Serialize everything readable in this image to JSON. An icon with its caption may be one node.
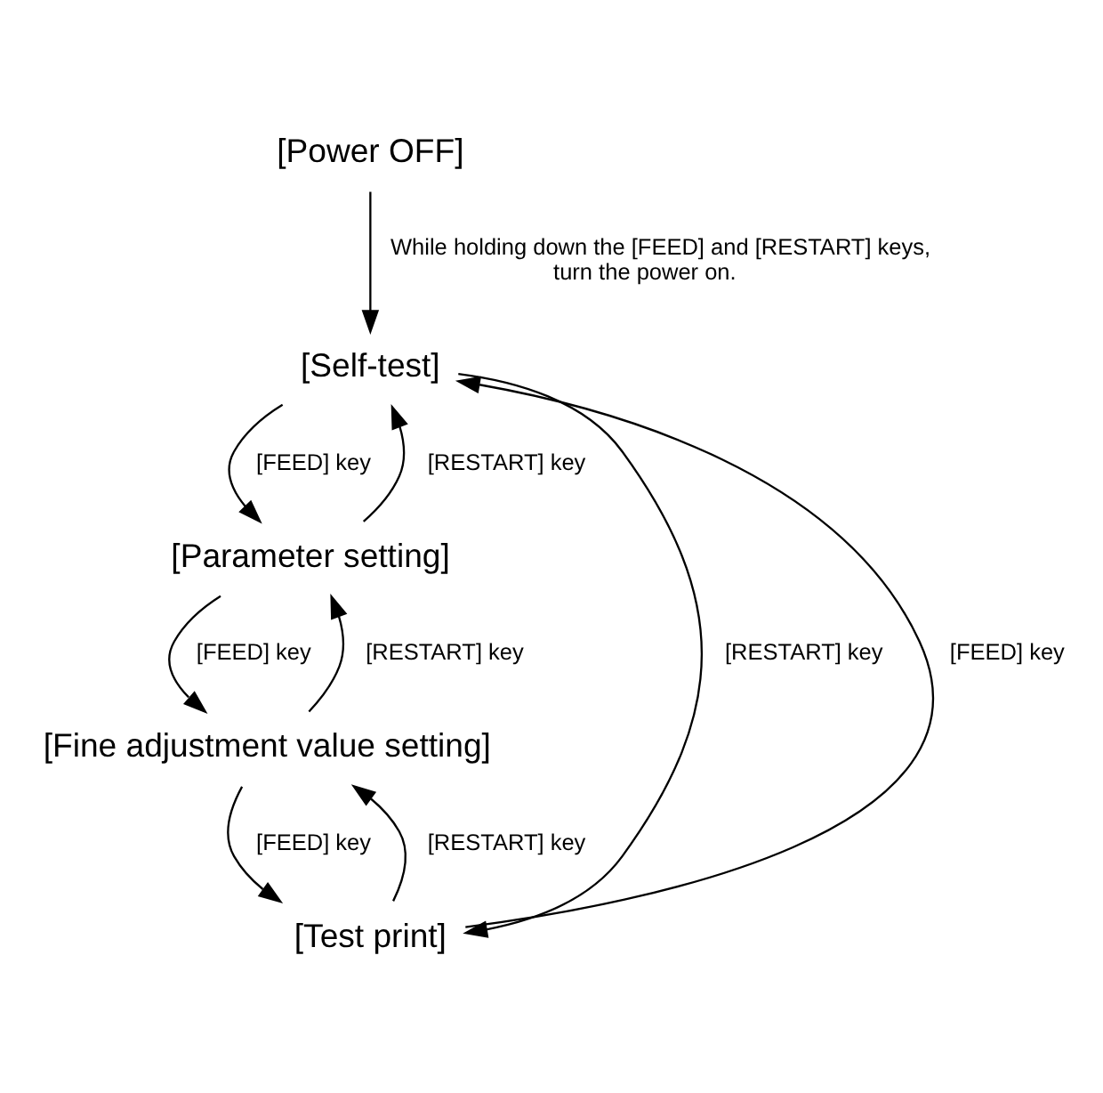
{
  "diagram": {
    "nodes": [
      {
        "text": [
          "[Power OFF]"
        ]
      },
      {
        "text": [
          "[Self-test]"
        ]
      },
      {
        "text": [
          "[Parameter setting]"
        ]
      },
      {
        "text": [
          "[Fine adjustment value setting]"
        ]
      },
      {
        "text": [
          "[Test print]"
        ]
      }
    ],
    "edges": [
      {
        "from": 0,
        "to": 1,
        "arrow": "to",
        "label": "While holding down the [FEED] and [RESTART] keys, turn the power on."
      },
      {
        "from": 1,
        "to": 2,
        "arrow": "to",
        "label": "[FEED] key"
      },
      {
        "from": 2,
        "to": 1,
        "arrow": "to",
        "label": "[RESTART] key"
      },
      {
        "from": 2,
        "to": 3,
        "arrow": "to",
        "label": "[FEED] key"
      },
      {
        "from": 3,
        "to": 2,
        "arrow": "to",
        "label": "[RESTART] key"
      },
      {
        "from": 3,
        "to": 4,
        "arrow": "to",
        "label": "[FEED] key"
      },
      {
        "from": 4,
        "to": 3,
        "arrow": "to",
        "label": "[RESTART] key"
      },
      {
        "from": 1,
        "to": 4,
        "arrow": "to",
        "label": "[RESTART] key"
      },
      {
        "from": 4,
        "to": 1,
        "arrow": "to",
        "label": "[FEED] key"
      }
    ]
  }
}
